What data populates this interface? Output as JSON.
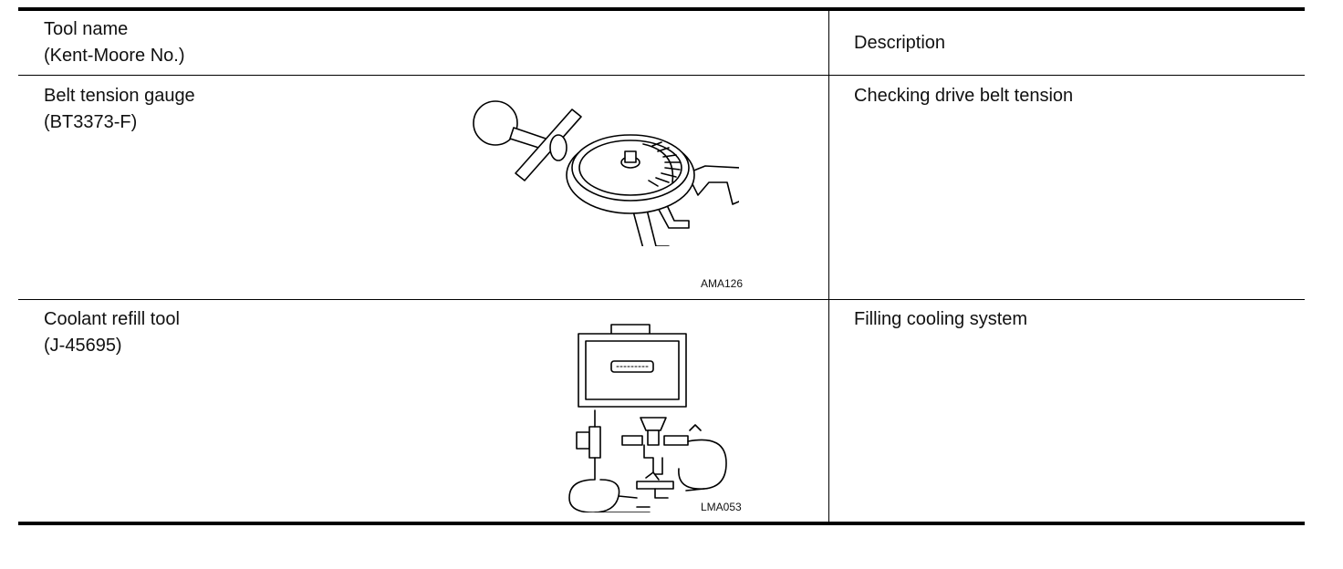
{
  "header": {
    "tool_name_line1": "Tool name",
    "tool_name_line2": "(Kent-Moore No.)",
    "description": "Description"
  },
  "rows": [
    {
      "tool_name": "Belt tension gauge",
      "tool_number": "(BT3373-F)",
      "figure_code": "AMA126",
      "description": "Checking drive belt tension"
    },
    {
      "tool_name": "Coolant refill tool",
      "tool_number": "(J-45695)",
      "figure_code": "LMA053",
      "description": "Filling cooling system"
    }
  ]
}
